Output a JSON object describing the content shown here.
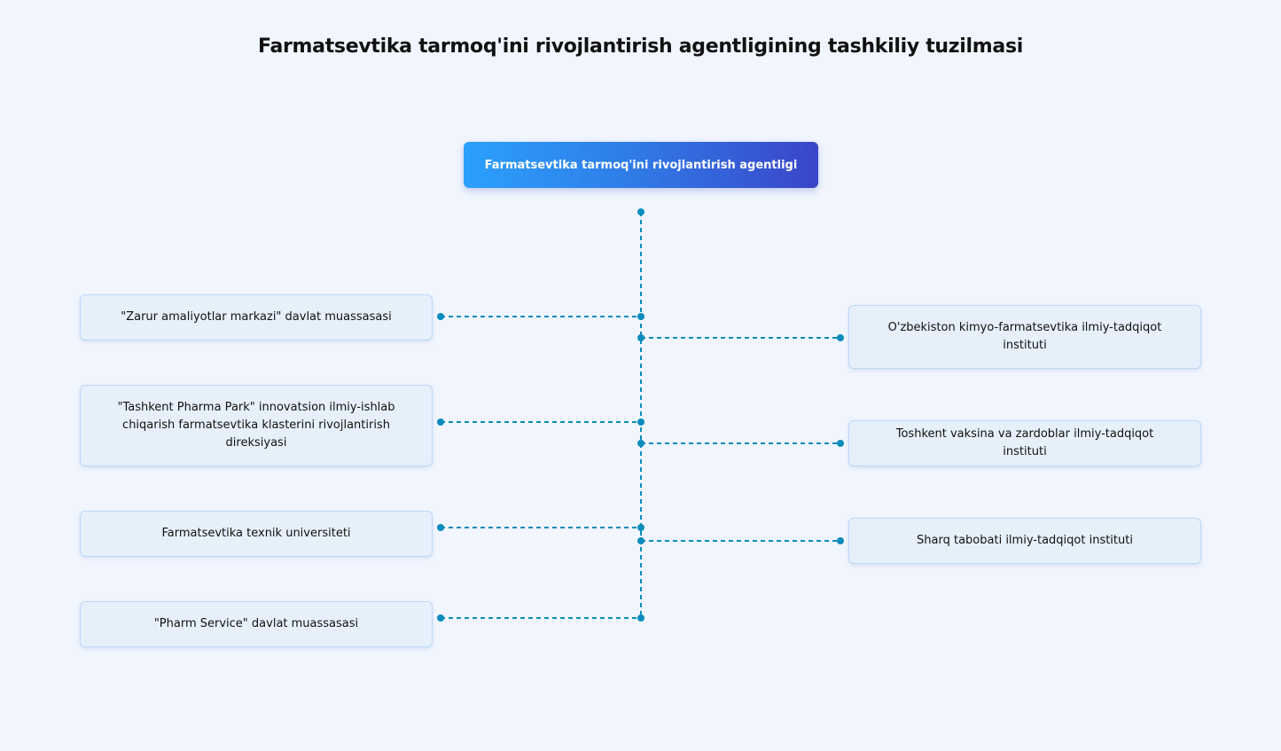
{
  "title": "Farmatsevtika tarmoq'ini rivojlantirish agentligining tashkiliy tuzilmasi",
  "root": "Farmatsevtika tarmoq'ini rivojlantirish agentligi",
  "left": [
    "\"Zarur amaliyotlar markazi\" davlat muassasasi",
    "\"Tashkent Pharma Park\" innovatsion ilmiy-ishlab chiqarish farmatsevtika klasterini rivojlantirish direksiyasi",
    "Farmatsevtika texnik universiteti",
    "\"Pharm Service\" davlat muassasasi"
  ],
  "right": [
    "O'zbekiston kimyo-farmatsevtika ilmiy-tadqiqot instituti",
    "Toshkent vaksina va zardoblar ilmiy-tadqiqot instituti",
    "Sharq tabobati ilmiy-tadqiqot instituti"
  ],
  "colors": {
    "connector": "#0a8cbd",
    "root_start": "#2ba0fc",
    "root_end": "#3a45c9"
  }
}
